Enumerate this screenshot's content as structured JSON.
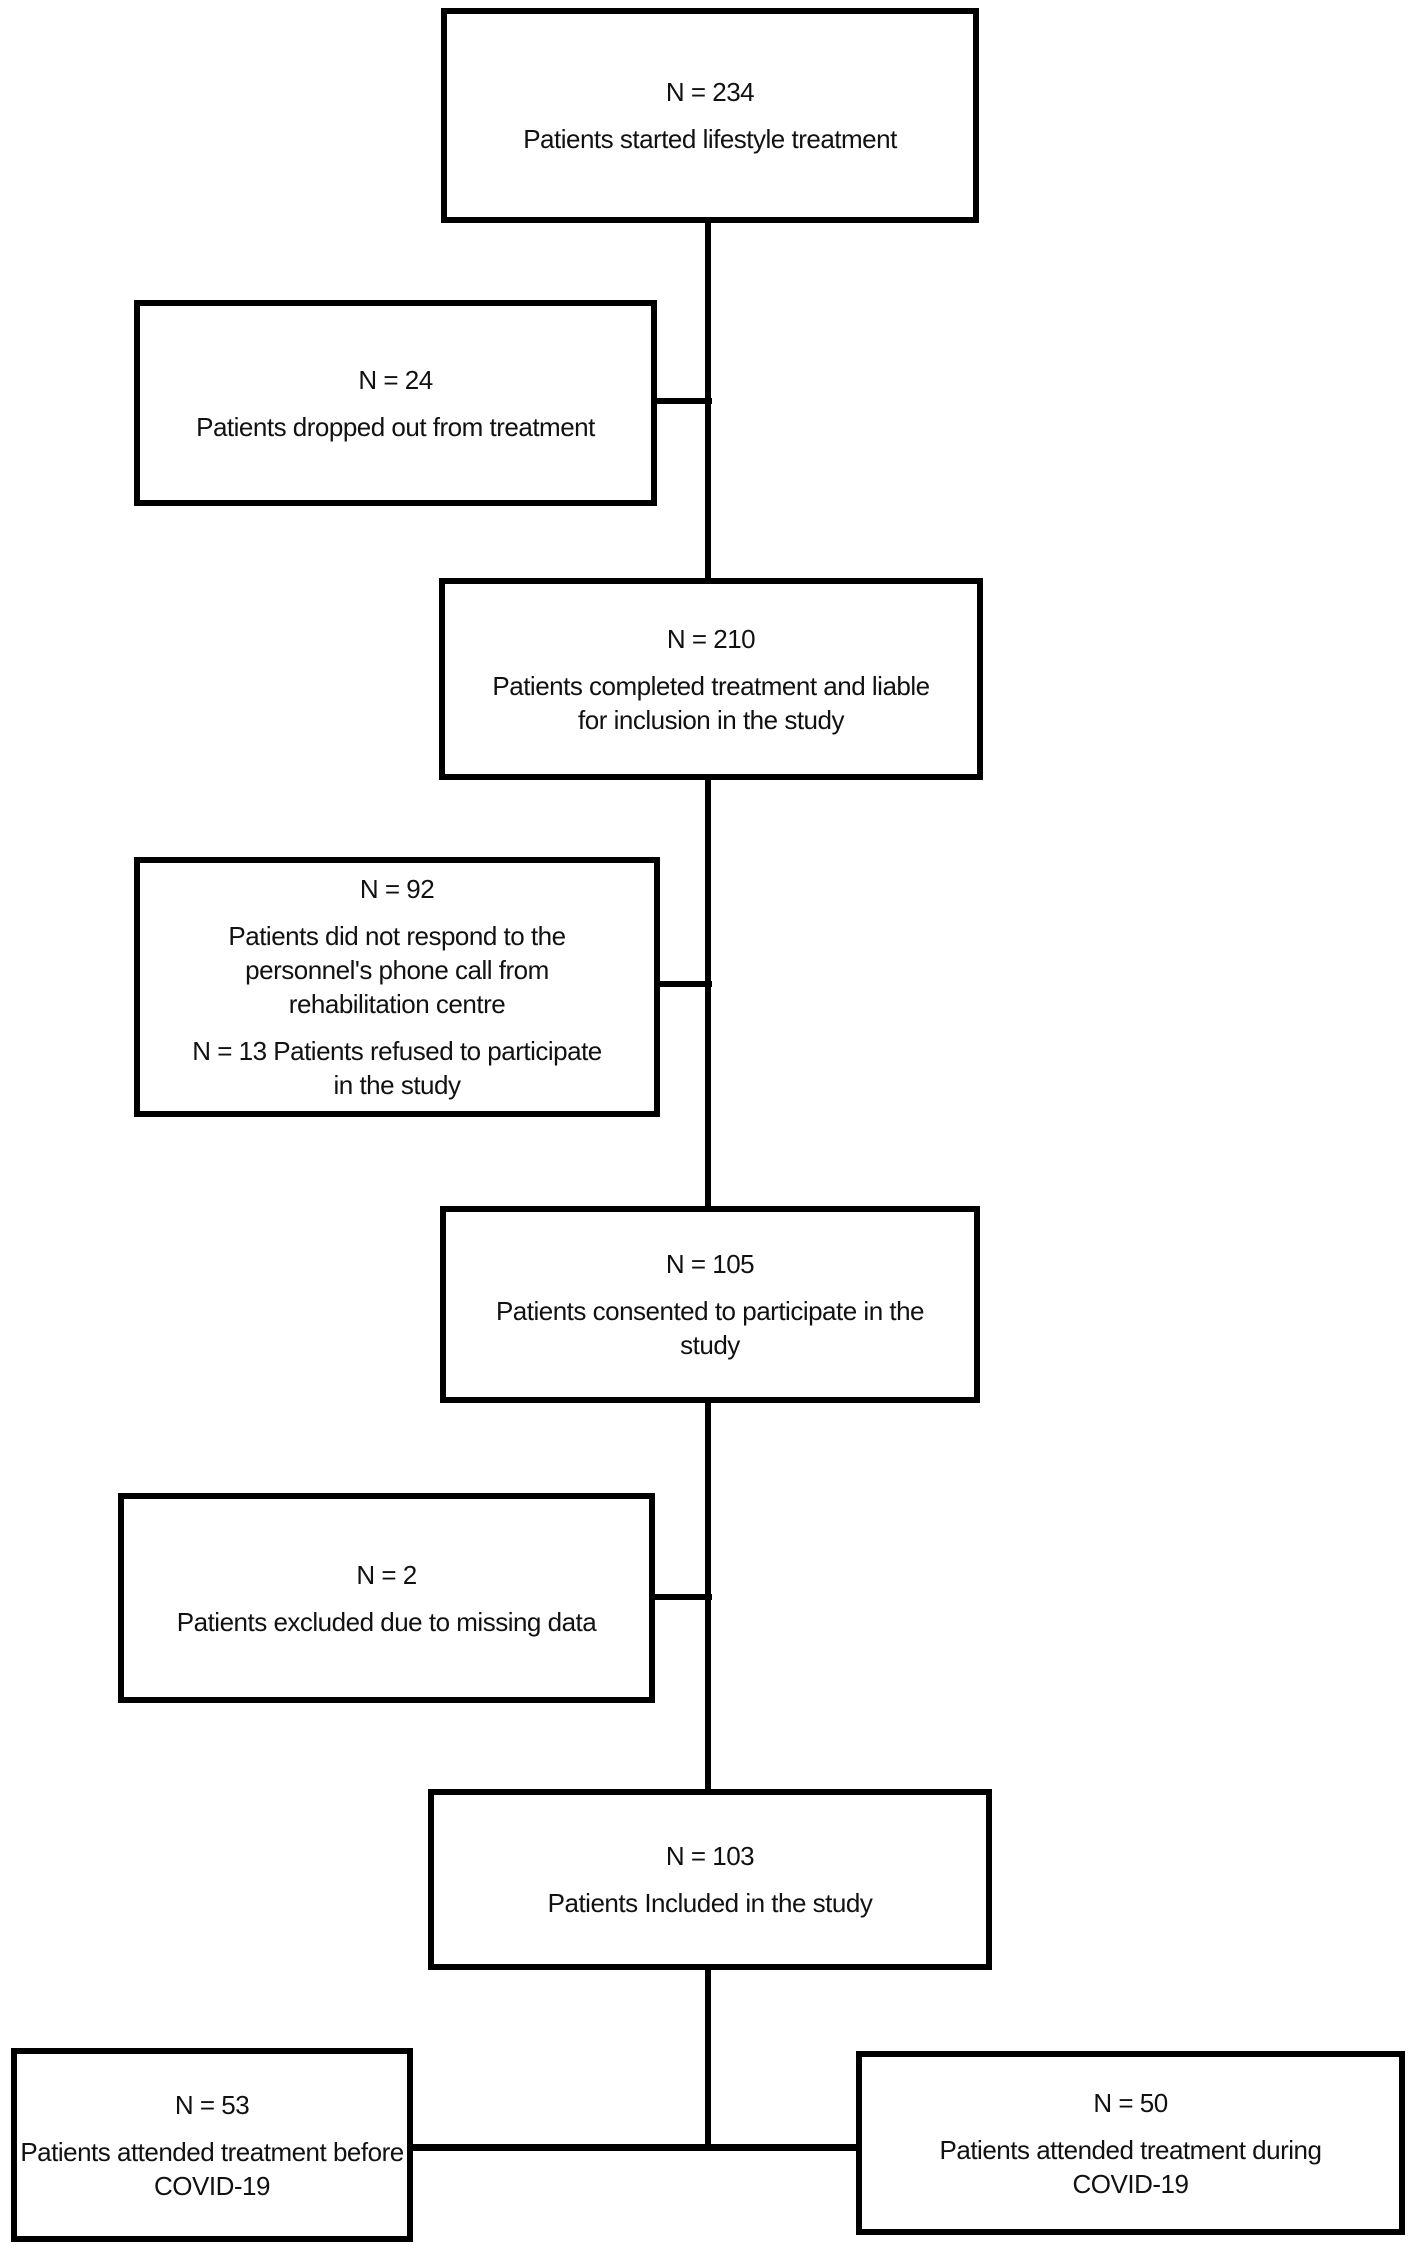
{
  "diagram_type": "patient-flow-chart",
  "colors": {
    "line": "#000000",
    "box_border": "#000000",
    "box_background": "#ffffff",
    "text": "#111111",
    "page_background": "#ffffff"
  },
  "boxes": [
    {
      "name": "started-treatment",
      "n": "N = 234",
      "desc": [
        "Patients started lifestyle treatment"
      ]
    },
    {
      "name": "dropped-out",
      "n": "N = 24",
      "desc": [
        "Patients dropped out from treatment"
      ]
    },
    {
      "name": "completed-treatment",
      "n": "N = 210",
      "desc": [
        "Patients completed treatment and liable",
        "for inclusion in the study"
      ]
    },
    {
      "name": "did-not-respond",
      "n": "N = 92",
      "desc": [
        "Patients did not respond to the",
        "personnel's phone call from",
        "rehabilitation centre"
      ],
      "desc2": [
        "N = 13 Patients refused to participate",
        "in the study"
      ]
    },
    {
      "name": "consented",
      "n": "N = 105",
      "desc": [
        "Patients consented to participate in the",
        "study"
      ]
    },
    {
      "name": "excluded-missing-data",
      "n": "N = 2",
      "desc": [
        "Patients excluded due to missing data"
      ]
    },
    {
      "name": "included",
      "n": "N = 103",
      "desc": [
        "Patients Included in the study"
      ]
    },
    {
      "name": "before-covid",
      "n": "N = 53",
      "desc": [
        "Patients attended treatment before",
        "COVID-19"
      ]
    },
    {
      "name": "during-covid",
      "n": "N = 50",
      "desc": [
        "Patients attended treatment during",
        "COVID-19"
      ]
    }
  ],
  "connections": [
    {
      "from": "started-treatment",
      "to": "completed-treatment"
    },
    {
      "from": "started-treatment",
      "to": "dropped-out"
    },
    {
      "from": "completed-treatment",
      "to": "consented"
    },
    {
      "from": "completed-treatment",
      "to": "did-not-respond"
    },
    {
      "from": "consented",
      "to": "included"
    },
    {
      "from": "consented",
      "to": "excluded-missing-data"
    },
    {
      "from": "included",
      "to": "before-covid"
    },
    {
      "from": "included",
      "to": "during-covid"
    }
  ]
}
